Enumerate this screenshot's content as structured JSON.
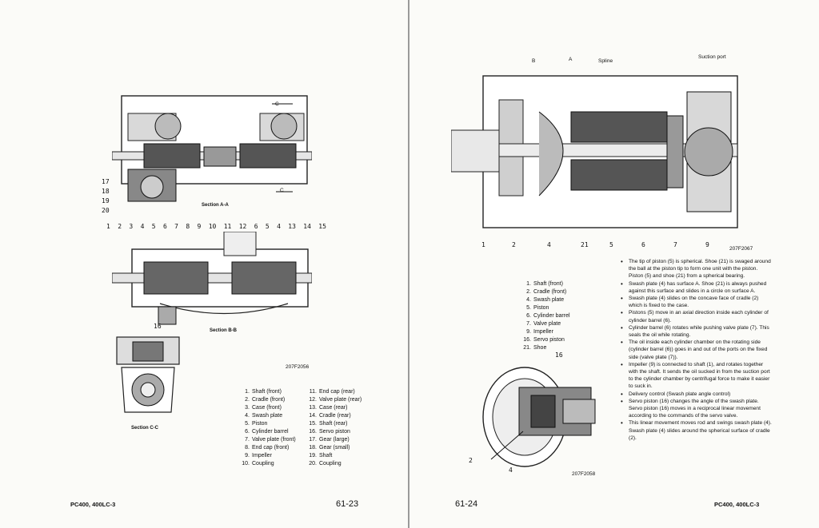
{
  "left": {
    "figure_code": "207F2056",
    "section_aa": "Section A-A",
    "section_bb": "Section B-B",
    "section_cc": "Section C-C",
    "c_marker": "C",
    "side_callouts": [
      "17",
      "18",
      "19",
      "20"
    ],
    "top_callouts": [
      "1",
      "2",
      "3",
      "4",
      "5",
      "6",
      "7",
      "8",
      "9",
      "10",
      "11",
      "12",
      "6",
      "5",
      "4",
      "13",
      "14",
      "15"
    ],
    "callout_16": "16",
    "legend_col1": [
      {
        "n": "1.",
        "t": "Shaft (front)"
      },
      {
        "n": "2.",
        "t": "Cradle (front)"
      },
      {
        "n": "3.",
        "t": "Case (front)"
      },
      {
        "n": "4.",
        "t": "Swash plate"
      },
      {
        "n": "5.",
        "t": "Piston"
      },
      {
        "n": "6.",
        "t": "Cylinder barrel"
      },
      {
        "n": "7.",
        "t": "Valve plate (front)"
      },
      {
        "n": "8.",
        "t": "End cap (front)"
      },
      {
        "n": "9.",
        "t": "Impeller"
      },
      {
        "n": "10.",
        "t": "Coupling"
      }
    ],
    "legend_col2": [
      {
        "n": "11.",
        "t": "End cap (rear)"
      },
      {
        "n": "12.",
        "t": "Valve plate (rear)"
      },
      {
        "n": "13.",
        "t": "Case (rear)"
      },
      {
        "n": "14.",
        "t": "Cradle (rear)"
      },
      {
        "n": "15.",
        "t": "Shaft (rear)"
      },
      {
        "n": "16.",
        "t": "Servo piston"
      },
      {
        "n": "17.",
        "t": "Gear (large)"
      },
      {
        "n": "18.",
        "t": "Gear (small)"
      },
      {
        "n": "19.",
        "t": "Shaft"
      },
      {
        "n": "20.",
        "t": "Coupling"
      }
    ],
    "footer_model": "PC400, 400LC-3",
    "page_number": "61-23"
  },
  "right": {
    "label_b": "B",
    "label_a": "A",
    "label_spline": "Spline",
    "label_suction": "Suction port",
    "figure_code_top": "207F2067",
    "bottom_callouts": [
      "1",
      "2",
      "4",
      "21",
      "5",
      "6",
      "7",
      "9"
    ],
    "legend": [
      {
        "n": "1.",
        "t": "Shaft (front)"
      },
      {
        "n": "2.",
        "t": "Cradle (front)"
      },
      {
        "n": "4.",
        "t": "Swash plate"
      },
      {
        "n": "5.",
        "t": "Piston"
      },
      {
        "n": "6.",
        "t": "Cylinder barrel"
      },
      {
        "n": "7.",
        "t": "Valve plate"
      },
      {
        "n": "9.",
        "t": "Impeller"
      },
      {
        "n": "16.",
        "t": "Servo piston"
      },
      {
        "n": "21.",
        "t": "Shoe"
      }
    ],
    "bullets": [
      "The tip of piston (5) is spherical. Shoe (21) is swaged around the ball at the piston tip to form one unit with the piston. Piston (5) and shoe (21) from a spherical bearing.",
      "Swash plate (4) has surface A. Shoe (21) is always pushed against this surface and slides in a circle on surface A.",
      "Swash plate (4) slides on the concave face of cradle (2) which is fixed to the case.",
      "Pistons (5) move in an axial direction inside each cylinder of cylinder barrel (6).",
      "Cylinder barrel (6) rotates while pushing valve plate (7). This seals the oil while rotating.",
      "The oil inside each cylinder chamber on the rotating side (cylinder barrel (6)) goes in and out of the ports on the fixed side (valve plate (7)).",
      "Impeller (9) is connected to shaft (1), and rotates together with the shaft. It sends the oil sucked in from the suction port to the cylinder chamber by centrifugal force to make it easier to suck in.",
      "Delivery control (Swash plate angle control)",
      "Servo piston (16) changes the angle of the swash plate. Servo piston (16) moves in a reciprocal linear movement according to the commands of the servo valve.",
      "This linear movement moves rod and swings swash plate (4). Swash plate (4) slides around the spherical surface of cradle (2)."
    ],
    "callout_16": "16",
    "callout_2": "2",
    "callout_4": "4",
    "figure_code_bottom": "207F2058",
    "page_number": "61-24",
    "footer_model": "PC400, 400LC-3"
  }
}
